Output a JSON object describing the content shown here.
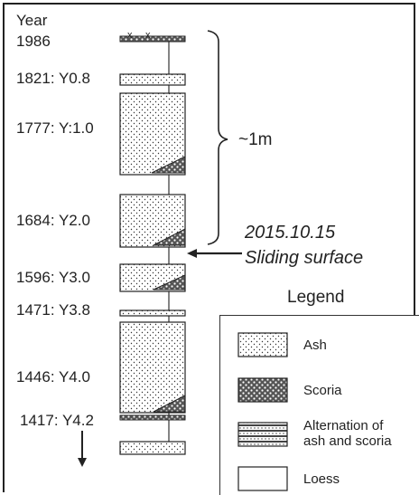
{
  "axis_title_line1": "Year",
  "axis_title_line2": "1986",
  "strata_labels": [
    "1821: Y0.8",
    "1777: Y:1.0",
    "1684: Y2.0",
    "1596: Y3.0",
    "1471: Y3.8",
    "1446: Y4.0",
    "1417: Y4.2"
  ],
  "scale_label": "~1m",
  "annotation": {
    "line1": "2015.10.15",
    "line2": "Sliding surface"
  },
  "legend": {
    "title": "Legend",
    "items": [
      {
        "label": "Ash",
        "pattern": "ash"
      },
      {
        "label": "Scoria",
        "pattern": "scoria"
      },
      {
        "label_line1": "Alternation of",
        "label_line2": "ash and scoria",
        "pattern": "alternation"
      },
      {
        "label": "Loess",
        "pattern": "loess"
      }
    ]
  },
  "colors": {
    "ink": "#222222",
    "background": "#ffffff"
  }
}
